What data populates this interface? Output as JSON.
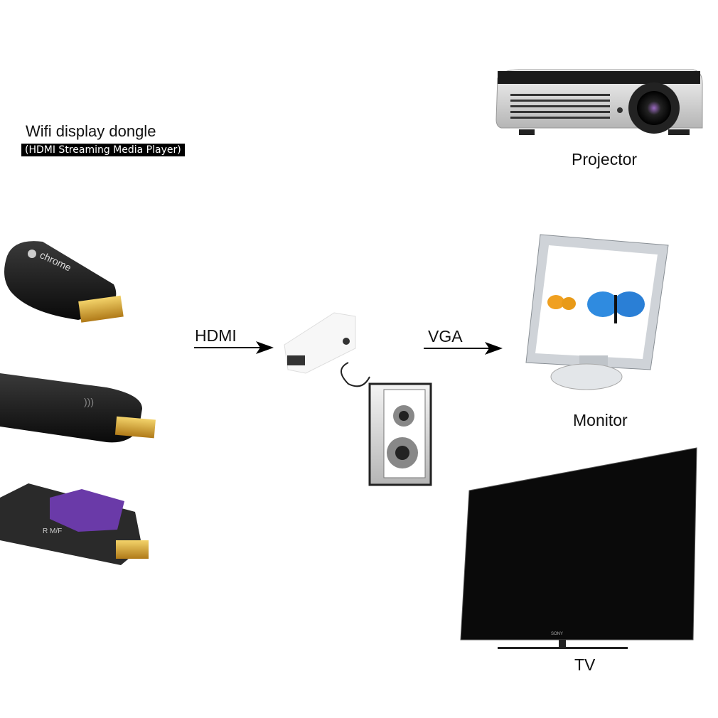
{
  "title": "Wifi display dongle",
  "subtitle": "(HDMI Streaming Media Player)",
  "connections": {
    "input": "HDMI",
    "output": "VGA"
  },
  "devices": {
    "projector": "Projector",
    "monitor": "Monitor",
    "tv": "TV"
  },
  "logos": {
    "chromecast": "chrome",
    "dongle3": "R M/F",
    "tv_brand": "SONY"
  },
  "colors": {
    "hdmi_gold": "#d9a52a",
    "purple": "#6a3aa8",
    "dark": "#151515"
  }
}
